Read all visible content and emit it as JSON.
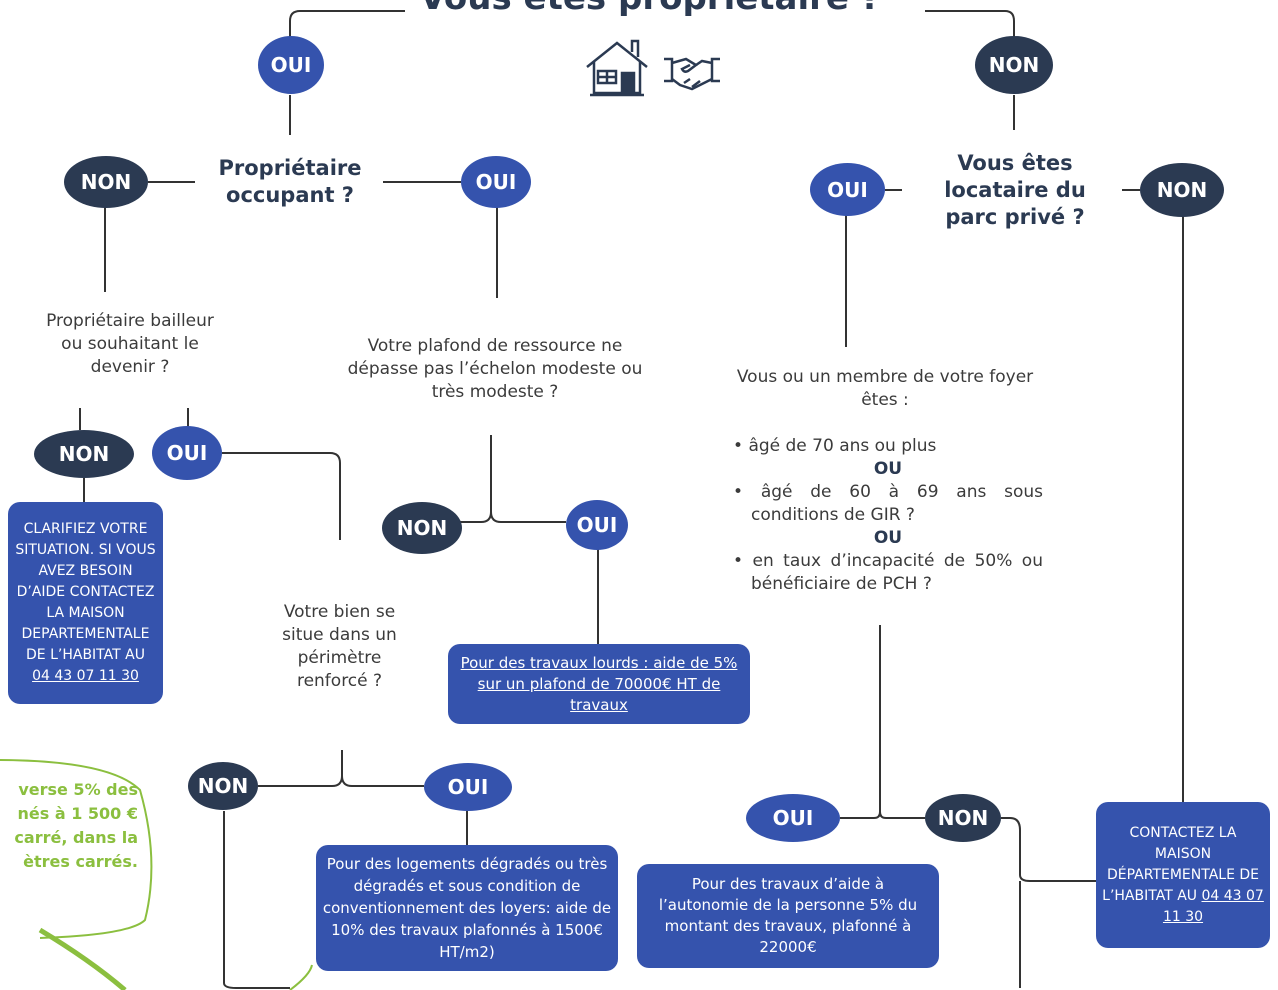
{
  "title": "Vous êtes propriétaire ?",
  "colors": {
    "oui": "#3553ad",
    "non": "#2b3a52",
    "box": "#3553ad",
    "accent_green": "#8bbf3f",
    "line": "#333333"
  },
  "icons": [
    "house-icon",
    "handshake-icon"
  ],
  "labels": {
    "oui": "OUI",
    "non": "NON"
  },
  "questions": {
    "proprietaire_occupant": "Propriétaire occupant ?",
    "locataire_parc_prive": "Vous êtes locataire du parc privé ?",
    "proprietaire_bailleur": "Propriétaire bailleur ou souhaitant le devenir ?",
    "plafond_ressource": "Votre plafond de ressource ne dépasse pas l’échelon modeste ou très modeste ?",
    "perimetre_renforce": "Votre bien se situe dans un périmètre renforcé ?",
    "membre_foyer": "Vous ou un membre de votre foyer êtes :"
  },
  "criteria": [
    "âgé de 70 ans ou plus",
    "âgé de 60 à 69 ans sous conditions de GIR ?",
    "en taux d’incapacité de 50% ou bénéficiaire de PCH ?"
  ],
  "criteria_or": "OU",
  "boxes": {
    "clarifiez": "CLARIFIEZ VOTRE SITUATION. SI VOUS AVEZ BESOIN D’AIDE CONTACTEZ LA MAISON DEPARTEMENTALE DE L’HABITAT AU",
    "clarifiez_phone": "04 43 07 11 30",
    "travaux_lourds": "Pour des travaux lourds : aide de 5% sur un plafond de 70000€ HT de travaux",
    "logements_degrades": "Pour des logements dégradés ou très dégradés et sous condition de conventionnement des loyers: aide de 10% des travaux plafonnés à 1500€ HT/m2)",
    "autonomie": "Pour des travaux d’aide à l’autonomie de la personne 5% du montant des travaux, plafonné à 22000€",
    "contactez": "CONTACTEZ LA MAISON DÉPARTEMENTALE DE L’HABITAT AU",
    "contactez_phone": "04 43 07 11 30"
  },
  "green_note": {
    "line1": "verse 5% des",
    "line2": "nés à 1 500 €",
    "line3": "carré, dans la",
    "line4": "ètres carrés."
  }
}
